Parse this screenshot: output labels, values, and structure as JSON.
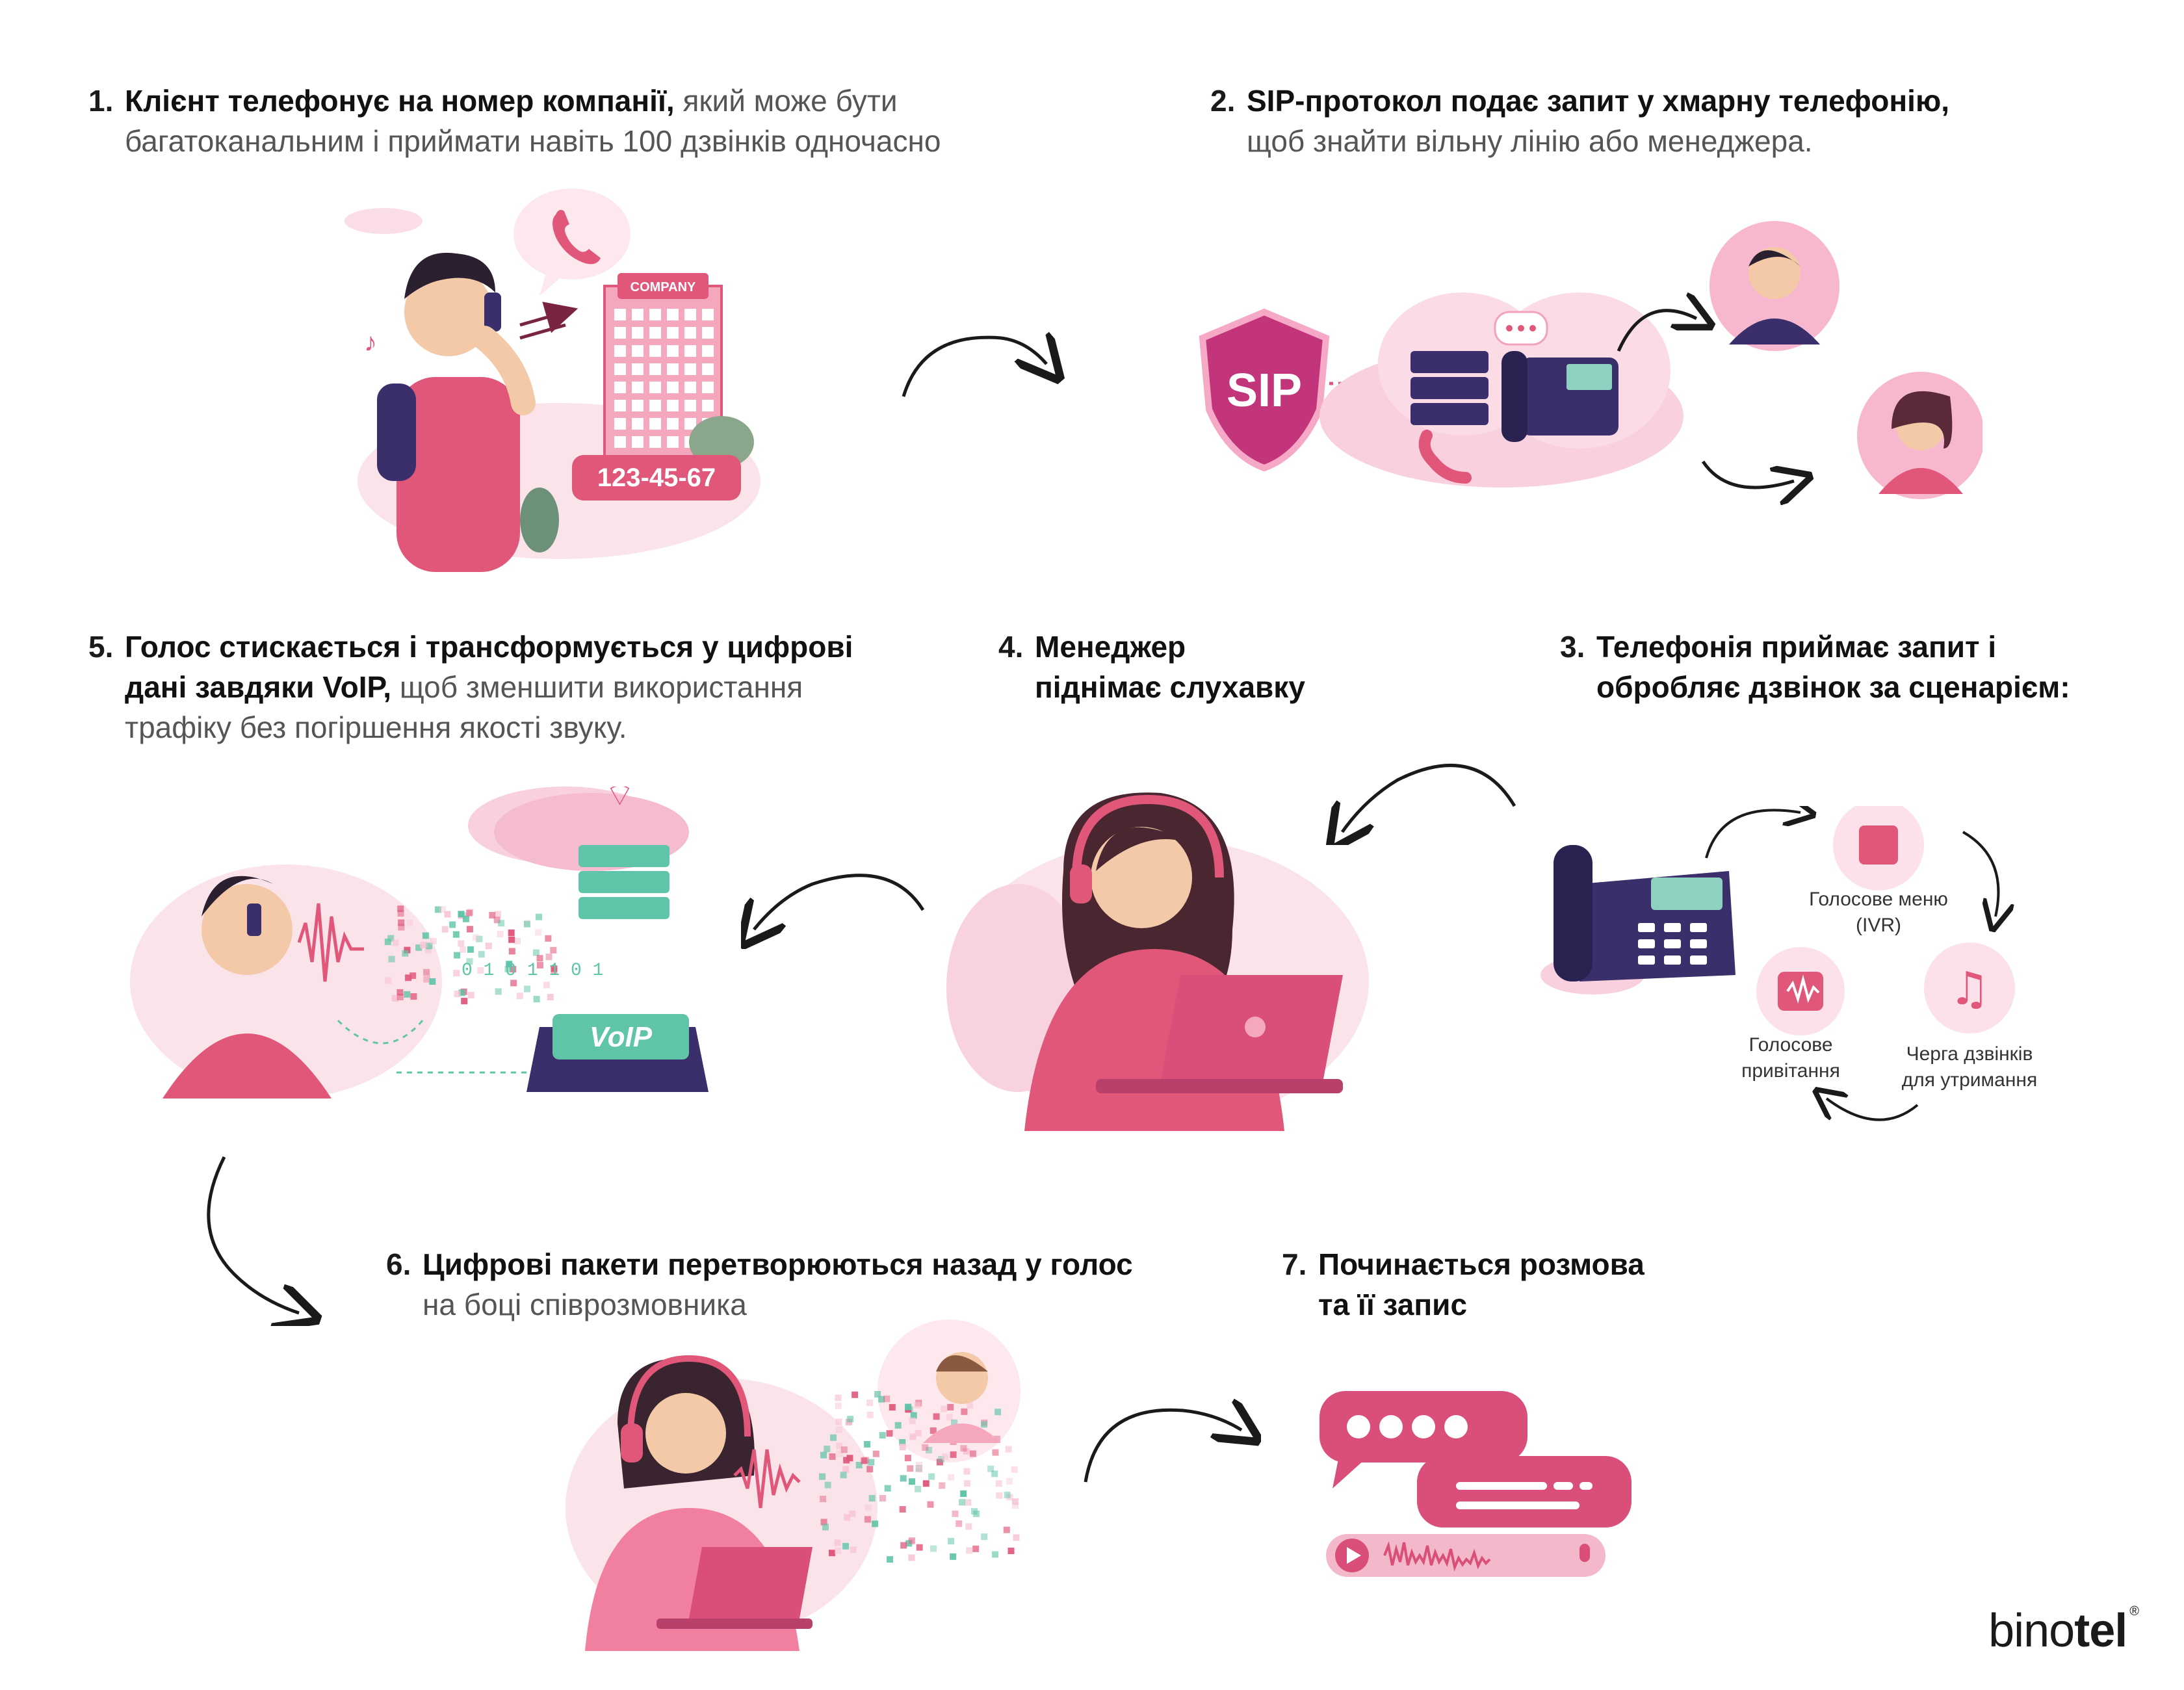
{
  "steps": [
    {
      "id": 1,
      "num": "1.",
      "bold": "Клієнт телефонує на номер компанії,",
      "rest": " який може бути",
      "line2": "багатоканальним і приймати навіть 100 дзвінків одночасно"
    },
    {
      "id": 2,
      "num": "2.",
      "bold": "SIP-протокол подає запит у хмарну телефонію,",
      "rest": "",
      "line2": "щоб знайти вільну лінію або менеджера."
    },
    {
      "id": 3,
      "num": "3.",
      "bold": "Телефонія приймає запит і",
      "rest": "",
      "line2": "обробляє дзвінок за сценарієм:"
    },
    {
      "id": 4,
      "num": "4.",
      "bold": "Менеджер",
      "rest": "",
      "line2": "піднімає слухавку"
    },
    {
      "id": 5,
      "num": "5.",
      "bold": "Голос стискається і трансформується у цифрові",
      "rest": "",
      "line2a_bold": "дані завдяки VoIP,",
      "line2a_rest": " щоб зменшити використання",
      "line3": "трафіку без погіршення якості звуку."
    },
    {
      "id": 6,
      "num": "6.",
      "bold": "Цифрові пакети перетворюються назад у голос",
      "rest": "",
      "line2": "на боці співрозмовника"
    },
    {
      "id": 7,
      "num": "7.",
      "bold": "Починається розмова",
      "rest": "",
      "line2": "та її запис"
    }
  ],
  "illustrations": {
    "company_sign": "COMPANY",
    "phone_number": "123-45-67",
    "sip_label": "SIP",
    "voip_label": "VoIP",
    "binary_text": "0 1 0 1 1 0 1"
  },
  "scenario": {
    "ivr": "Голосове меню",
    "ivr_sub": "(IVR)",
    "queue_1": "Черга дзвінків",
    "queue_2": "для утримання",
    "greeting_1": "Голосове",
    "greeting_2": "привітання"
  },
  "brand": {
    "prefix": "bino",
    "suffix": "tel",
    "mark": "®"
  },
  "colors": {
    "accent": "#e0577a",
    "accent_light": "#f7c6d5",
    "dark": "#3a2f6b",
    "green": "#5fc4a8"
  }
}
